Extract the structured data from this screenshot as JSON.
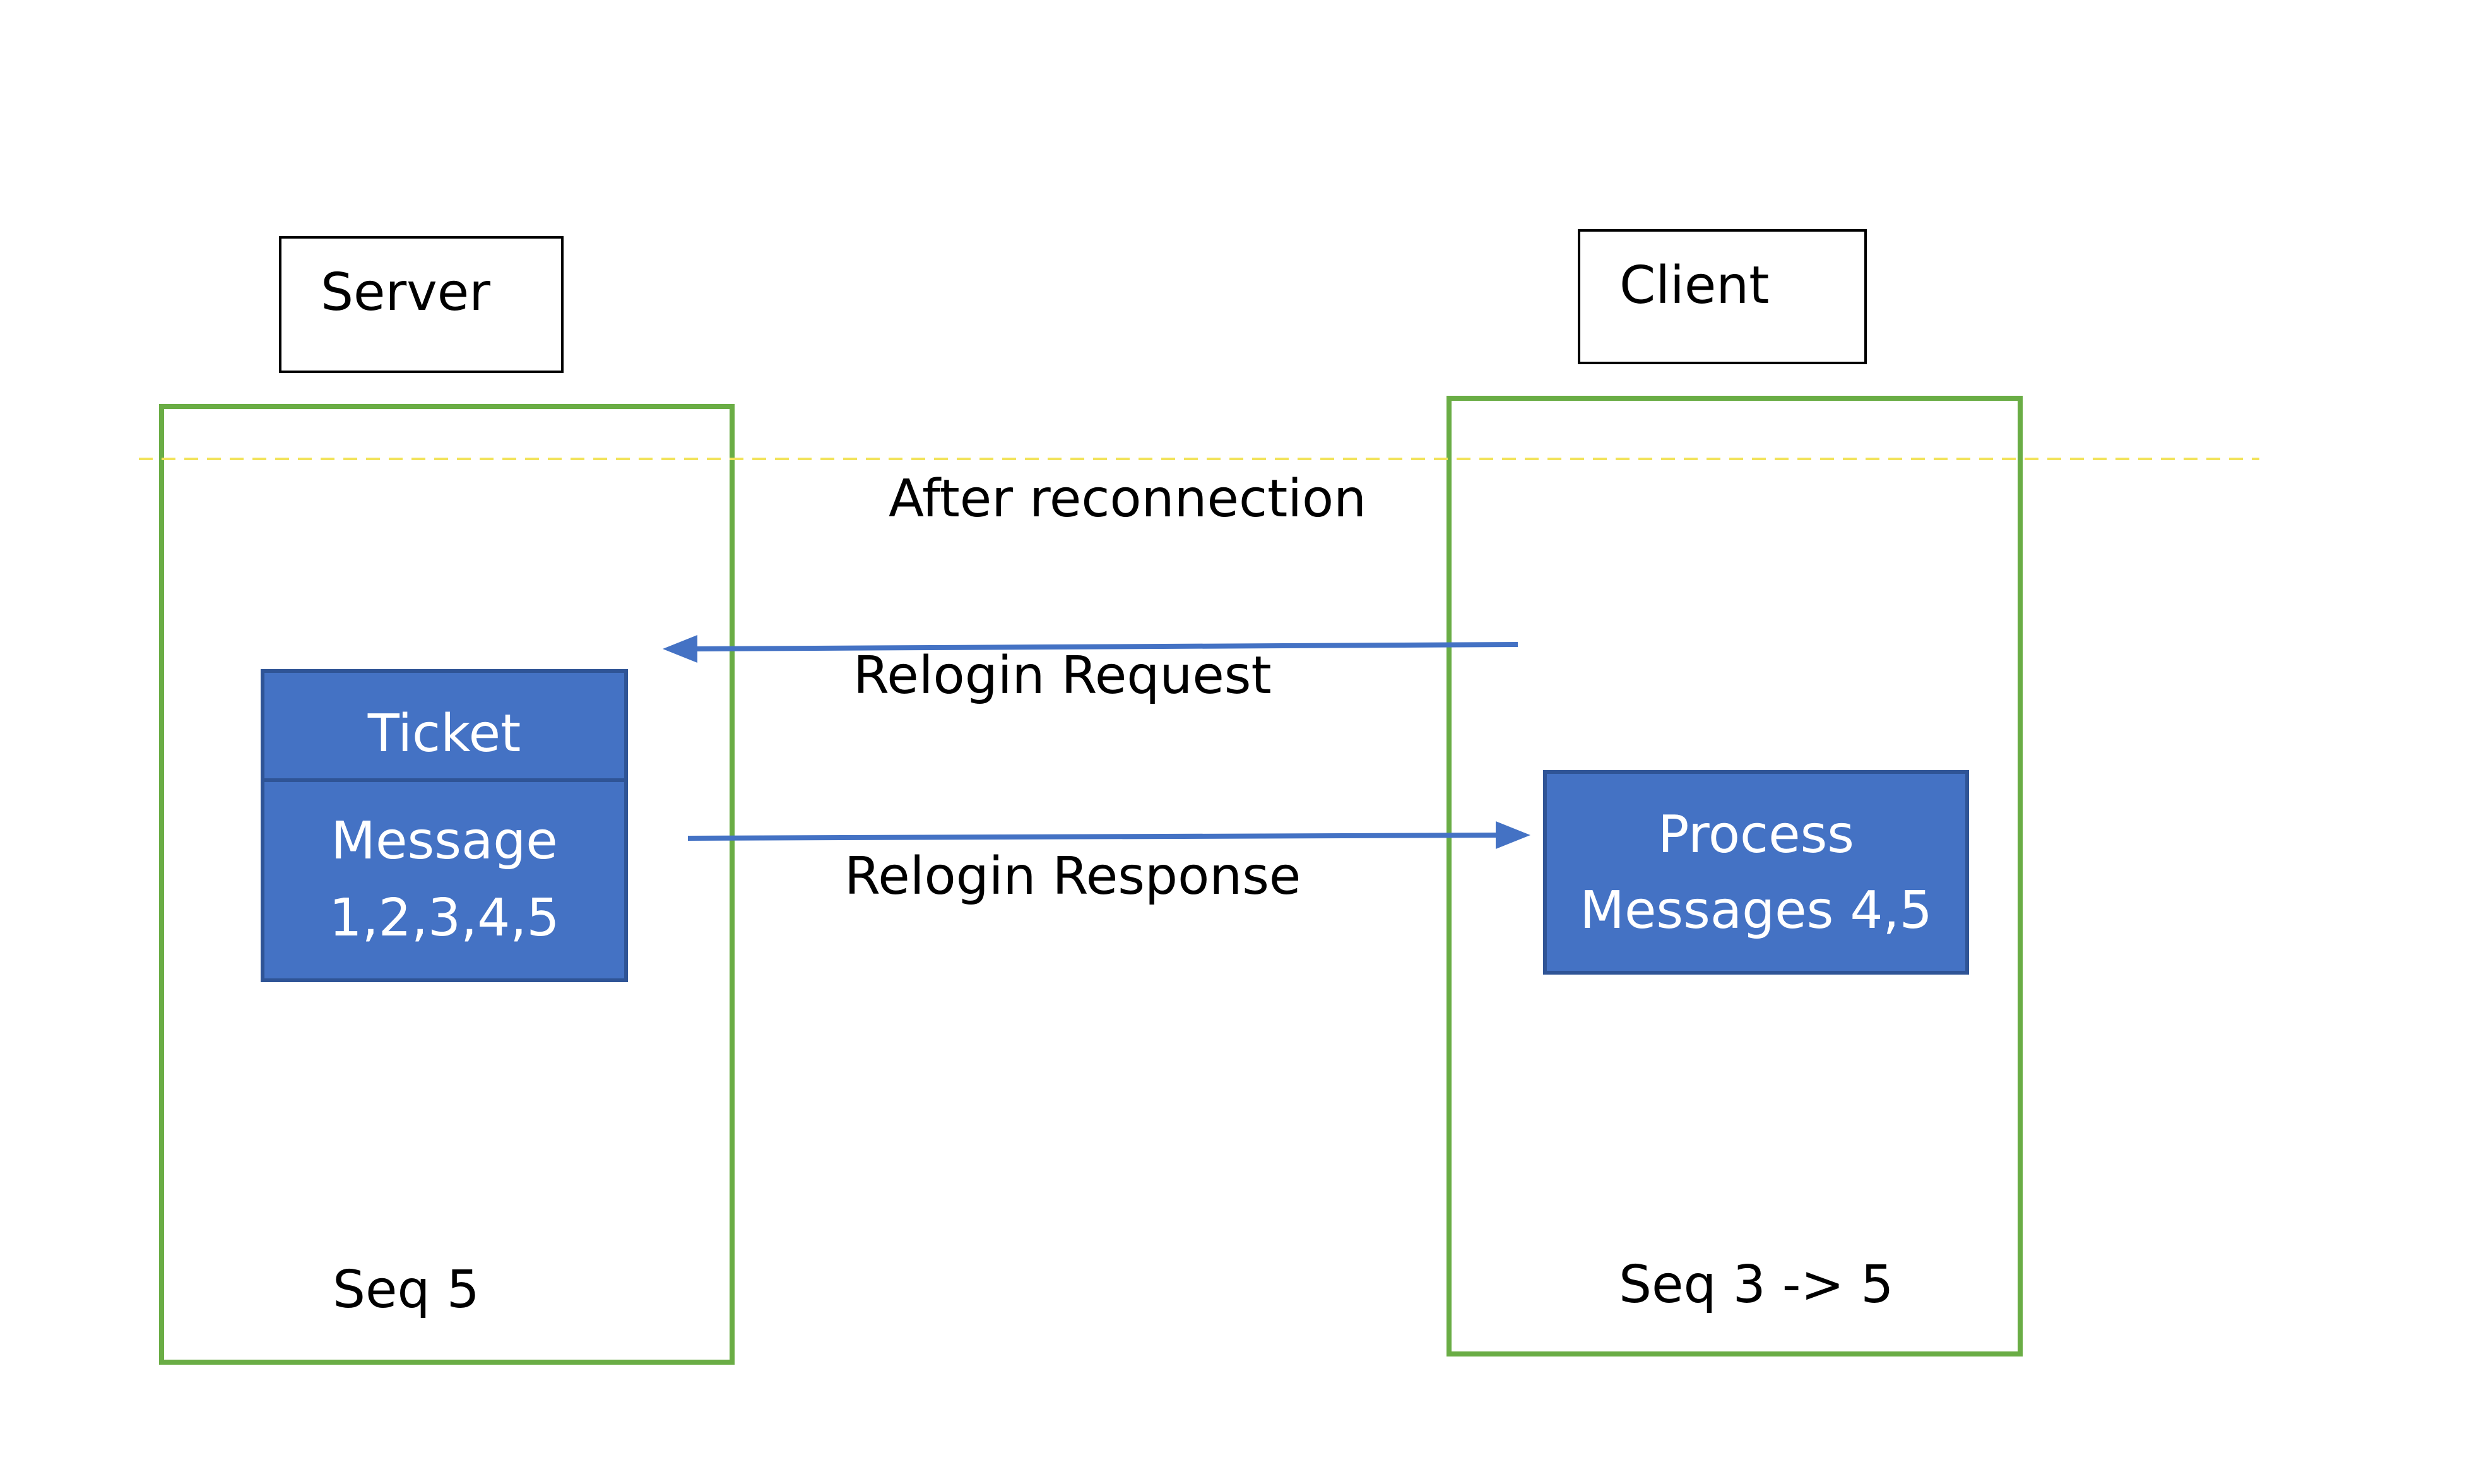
{
  "server": {
    "title": "Server",
    "seq": "Seq 5",
    "ticket": {
      "header": "Ticket",
      "body_line1": "Message",
      "body_line2": "1,2,3,4,5"
    }
  },
  "client": {
    "title": "Client",
    "seq": "Seq 3 -> 5",
    "process": {
      "line1": "Process",
      "line2": "Messages 4,5"
    }
  },
  "separator_label": "After reconnection",
  "arrows": {
    "request_label": "Relogin Request",
    "response_label": "Relogin Response"
  },
  "colors": {
    "lane_border": "#6aad45",
    "box_fill": "#4472c4",
    "box_border": "#2f5496",
    "arrow": "#4472c4",
    "separator": "#f2e35a"
  }
}
